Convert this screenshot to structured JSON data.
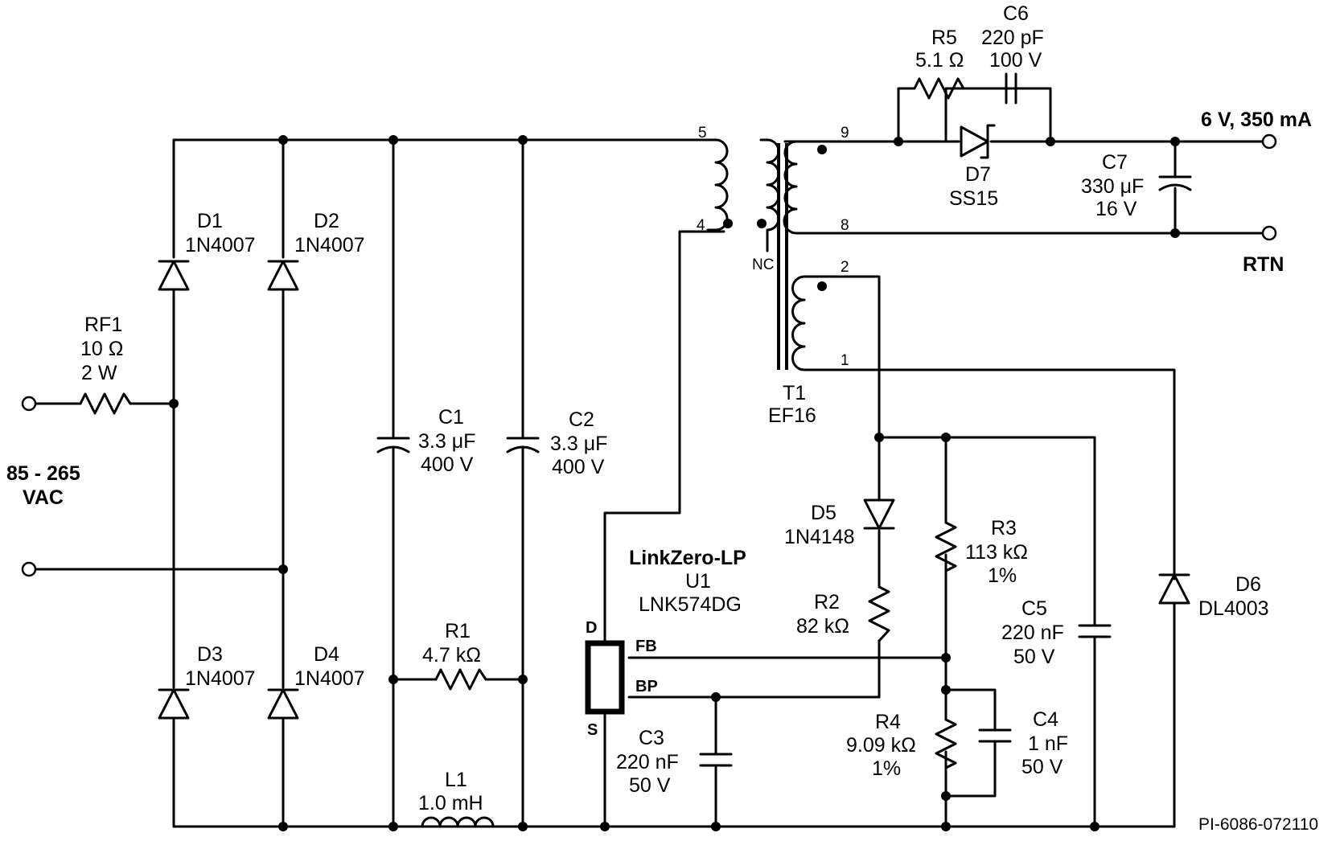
{
  "input": {
    "line1": "85 - 265",
    "line2": "VAC"
  },
  "output": {
    "voltage": "6 V, 350 mA",
    "rtn": "RTN"
  },
  "drawing_id": "PI-6086-072110",
  "ic": {
    "family": "LinkZero-LP",
    "ref": "U1",
    "part": "LNK574DG",
    "pin_d": "D",
    "pin_s": "S",
    "pin_fb": "FB",
    "pin_bp": "BP"
  },
  "transformer": {
    "ref": "T1",
    "core": "EF16",
    "nc": "NC",
    "pins": {
      "p5": "5",
      "p4": "4",
      "p9": "9",
      "p8": "8",
      "p2": "2",
      "p1": "1"
    }
  },
  "components": {
    "RF1": {
      "ref": "RF1",
      "v1": "10 Ω",
      "v2": "2 W"
    },
    "D1": {
      "ref": "D1",
      "v1": "1N4007"
    },
    "D2": {
      "ref": "D2",
      "v1": "1N4007"
    },
    "D3": {
      "ref": "D3",
      "v1": "1N4007"
    },
    "D4": {
      "ref": "D4",
      "v1": "1N4007"
    },
    "C1": {
      "ref": "C1",
      "v1": "3.3 μF",
      "v2": "400 V"
    },
    "C2": {
      "ref": "C2",
      "v1": "3.3 μF",
      "v2": "400 V"
    },
    "R1": {
      "ref": "R1",
      "v1": "4.7 kΩ"
    },
    "L1": {
      "ref": "L1",
      "v1": "1.0 mH"
    },
    "C3": {
      "ref": "C3",
      "v1": "220 nF",
      "v2": "50 V"
    },
    "R5": {
      "ref": "R5",
      "v1": "5.1 Ω"
    },
    "C6": {
      "ref": "C6",
      "v1": "220 pF",
      "v2": "100 V"
    },
    "D7": {
      "ref": "D7",
      "v1": "SS15"
    },
    "C7": {
      "ref": "C7",
      "v1": "330 μF",
      "v2": "16 V"
    },
    "D5": {
      "ref": "D5",
      "v1": "1N4148"
    },
    "R2": {
      "ref": "R2",
      "v1": "82 kΩ"
    },
    "R3": {
      "ref": "R3",
      "v1": "113 kΩ",
      "v2": "1%"
    },
    "R4": {
      "ref": "R4",
      "v1": "9.09 kΩ",
      "v2": "1%"
    },
    "C4": {
      "ref": "C4",
      "v1": "1 nF",
      "v2": "50 V"
    },
    "C5": {
      "ref": "C5",
      "v1": "220 nF",
      "v2": "50 V"
    },
    "D6": {
      "ref": "D6",
      "v1": "DL4003"
    }
  }
}
